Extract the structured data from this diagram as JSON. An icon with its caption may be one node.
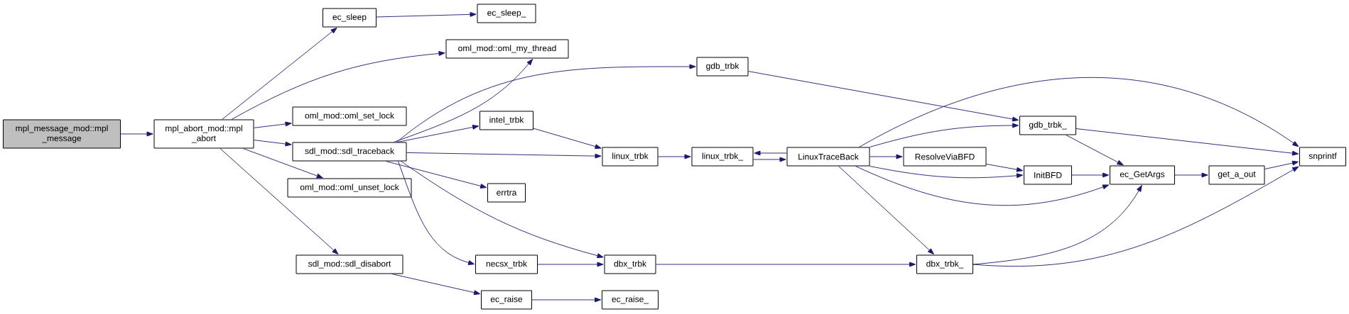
{
  "diagram": {
    "nodes": [
      {
        "text": [
          "mpl_message_mod::mpl _message"
        ]
      },
      {
        "text": [
          "mpl_abort_mod::mpl _abort"
        ]
      },
      {
        "text": [
          "ec_sleep"
        ]
      },
      {
        "text": [
          "oml_mod::oml_my_thread"
        ]
      },
      {
        "text": [
          "oml_mod::oml_set_lock"
        ]
      },
      {
        "text": [
          "sdl_mod::sdl_traceback"
        ]
      },
      {
        "text": [
          "oml_mod::oml_unset_lock"
        ]
      },
      {
        "text": [
          "sdl_mod::sdl_disabort"
        ]
      },
      {
        "text": [
          "ec_sleep_"
        ]
      },
      {
        "text": [
          "gdb_trbk"
        ]
      },
      {
        "text": [
          "intel_trbk"
        ]
      },
      {
        "text": [
          "linux_trbk"
        ]
      },
      {
        "text": [
          "errtra"
        ]
      },
      {
        "text": [
          "necsx_trbk"
        ]
      },
      {
        "text": [
          "dbx_trbk"
        ]
      },
      {
        "text": [
          "ec_raise"
        ]
      },
      {
        "text": [
          "ec_raise_"
        ]
      },
      {
        "text": [
          "linux_trbk_"
        ]
      },
      {
        "text": [
          "LinuxTraceBack"
        ]
      },
      {
        "text": [
          "gdb_trbk_"
        ]
      },
      {
        "text": [
          "ResolveViaBFD"
        ]
      },
      {
        "text": [
          "InitBFD"
        ]
      },
      {
        "text": [
          "dbx_trbk_"
        ]
      },
      {
        "text": [
          "ec_GetArgs"
        ]
      },
      {
        "text": [
          "get_a_out"
        ]
      },
      {
        "text": [
          "snprintf"
        ]
      }
    ],
    "edges": [
      {
        "from": 0,
        "to": 1,
        "arrow": "to"
      },
      {
        "from": 1,
        "to": 2,
        "arrow": "to"
      },
      {
        "from": 1,
        "to": 3,
        "arrow": "to"
      },
      {
        "from": 1,
        "to": 4,
        "arrow": "to"
      },
      {
        "from": 1,
        "to": 5,
        "arrow": "to"
      },
      {
        "from": 1,
        "to": 6,
        "arrow": "to"
      },
      {
        "from": 1,
        "to": 7,
        "arrow": "to"
      },
      {
        "from": 2,
        "to": 8,
        "arrow": "to"
      },
      {
        "from": 5,
        "to": 3,
        "arrow": "to"
      },
      {
        "from": 5,
        "to": 9,
        "arrow": "to"
      },
      {
        "from": 5,
        "to": 10,
        "arrow": "to"
      },
      {
        "from": 5,
        "to": 11,
        "arrow": "to"
      },
      {
        "from": 5,
        "to": 12,
        "arrow": "to"
      },
      {
        "from": 5,
        "to": 13,
        "arrow": "to"
      },
      {
        "from": 5,
        "to": 14,
        "arrow": "to"
      },
      {
        "from": 7,
        "to": 15,
        "arrow": "to"
      },
      {
        "from": 15,
        "to": 16,
        "arrow": "to"
      },
      {
        "from": 10,
        "to": 11,
        "arrow": "to"
      },
      {
        "from": 11,
        "to": 17,
        "arrow": "to"
      },
      {
        "from": 17,
        "to": 18,
        "arrow": "to"
      },
      {
        "from": 18,
        "to": 17,
        "arrow": "to"
      },
      {
        "from": 9,
        "to": 19,
        "arrow": "to"
      },
      {
        "from": 13,
        "to": 14,
        "arrow": "to"
      },
      {
        "from": 14,
        "to": 22,
        "arrow": "to"
      },
      {
        "from": 18,
        "to": 25,
        "arrow": "to"
      },
      {
        "from": 18,
        "to": 19,
        "arrow": "to"
      },
      {
        "from": 18,
        "to": 20,
        "arrow": "to"
      },
      {
        "from": 18,
        "to": 21,
        "arrow": "to"
      },
      {
        "from": 18,
        "to": 23,
        "arrow": "to"
      },
      {
        "from": 18,
        "to": 22,
        "arrow": "to"
      },
      {
        "from": 20,
        "to": 21,
        "arrow": "to"
      },
      {
        "from": 19,
        "to": 23,
        "arrow": "to"
      },
      {
        "from": 19,
        "to": 25,
        "arrow": "to"
      },
      {
        "from": 21,
        "to": 23,
        "arrow": "to"
      },
      {
        "from": 23,
        "to": 24,
        "arrow": "to"
      },
      {
        "from": 24,
        "to": 25,
        "arrow": "to"
      },
      {
        "from": 22,
        "to": 23,
        "arrow": "to"
      },
      {
        "from": 22,
        "to": 25,
        "arrow": "to"
      }
    ]
  }
}
